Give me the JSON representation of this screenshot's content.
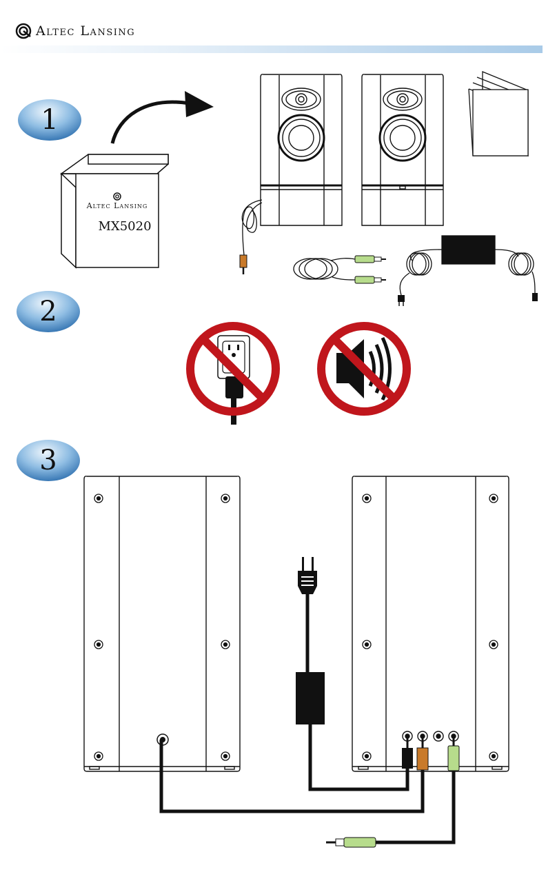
{
  "brand": {
    "name": "Altec Lansing"
  },
  "steps": [
    {
      "number": "1"
    },
    {
      "number": "2"
    },
    {
      "number": "3"
    }
  ],
  "box": {
    "brand": "Altec Lansing",
    "model": "MX5020"
  },
  "colors": {
    "prohibit_red": "#c0161c",
    "badge_blue": "#6fa8d8",
    "header_blue": "#a9cbe8",
    "jack_green": "#b7dc8c",
    "jack_orange": "#c97a2a",
    "ink": "#111111"
  },
  "icons": {
    "step1": [
      "box-icon",
      "arrow-icon",
      "speaker-left-icon",
      "speaker-right-icon",
      "manual-icon",
      "audio-cable-icon",
      "power-adapter-icon"
    ],
    "step2": [
      "no-plug-icon",
      "no-sound-icon"
    ],
    "step3": [
      "speaker-back-left-icon",
      "speaker-back-right-icon",
      "power-plug-icon",
      "power-brick-icon",
      "audio-plug-icon"
    ]
  }
}
